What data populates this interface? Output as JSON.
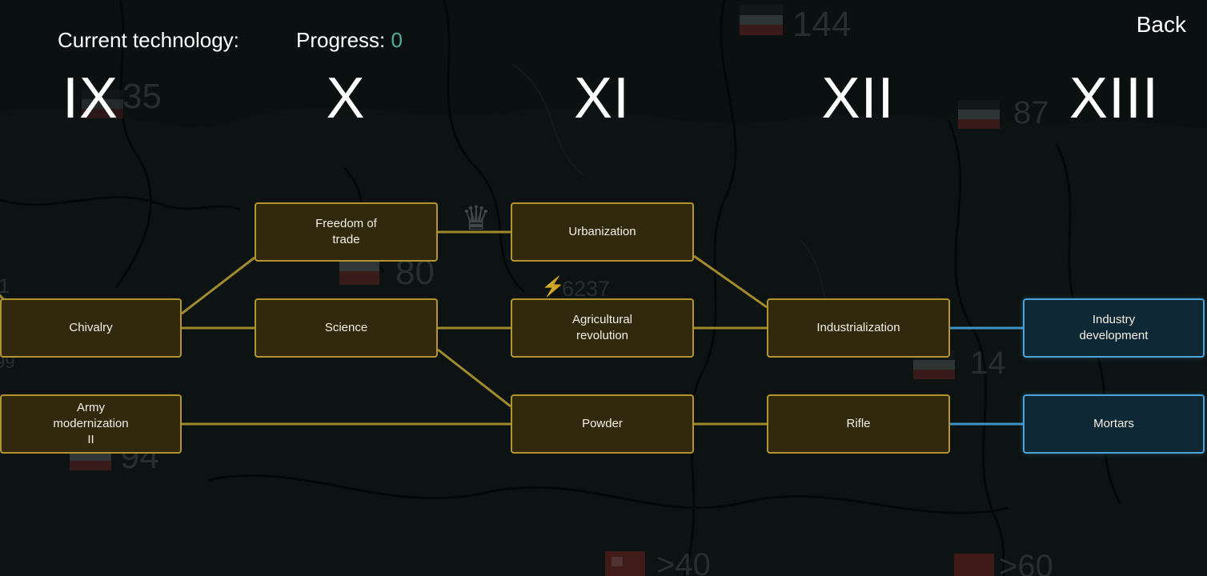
{
  "header": {
    "current_tech_label": "Current technology:",
    "progress_label": "Progress:",
    "progress_value": "0",
    "back_label": "Back"
  },
  "columns": [
    "IX",
    "X",
    "XI",
    "XII",
    "XIII"
  ],
  "nodes": [
    {
      "label": "Freedom of\ntrade",
      "state": "researched"
    },
    {
      "label": "Urbanization",
      "state": "researched"
    },
    {
      "label": "Chivalry",
      "state": "researched"
    },
    {
      "label": "Science",
      "state": "researched"
    },
    {
      "label": "Agricultural\nrevolution",
      "state": "researched"
    },
    {
      "label": "Industrialization",
      "state": "researched"
    },
    {
      "label": "Industry\ndevelopment",
      "state": "next"
    },
    {
      "label": "Army\nmodernization\nII",
      "state": "researched"
    },
    {
      "label": "Powder",
      "state": "researched"
    },
    {
      "label": "Rifle",
      "state": "researched"
    },
    {
      "label": "Mortars",
      "state": "next"
    }
  ],
  "map_labels": [
    {
      "value": "144"
    },
    {
      "value": "35"
    },
    {
      "value": "87"
    },
    {
      "value": "80"
    },
    {
      "value": "6237"
    },
    {
      "value": "14"
    },
    {
      "value": "94"
    },
    {
      "value": ">40"
    },
    {
      "value": ">60"
    },
    {
      "value": "99"
    },
    {
      "value": "1"
    }
  ],
  "icons": {
    "crown_glyph": "♛",
    "lightning_glyph": "⚡"
  },
  "colors": {
    "background": "#0b1010",
    "gold_border": "#b1952f",
    "gold_fill": "#31280d",
    "blue_border": "#4ea4d8",
    "blue_fill": "#0f2836",
    "link_gold": "#a18a2b",
    "link_blue": "#3e93c9",
    "progress_value": "#4fae9f"
  }
}
